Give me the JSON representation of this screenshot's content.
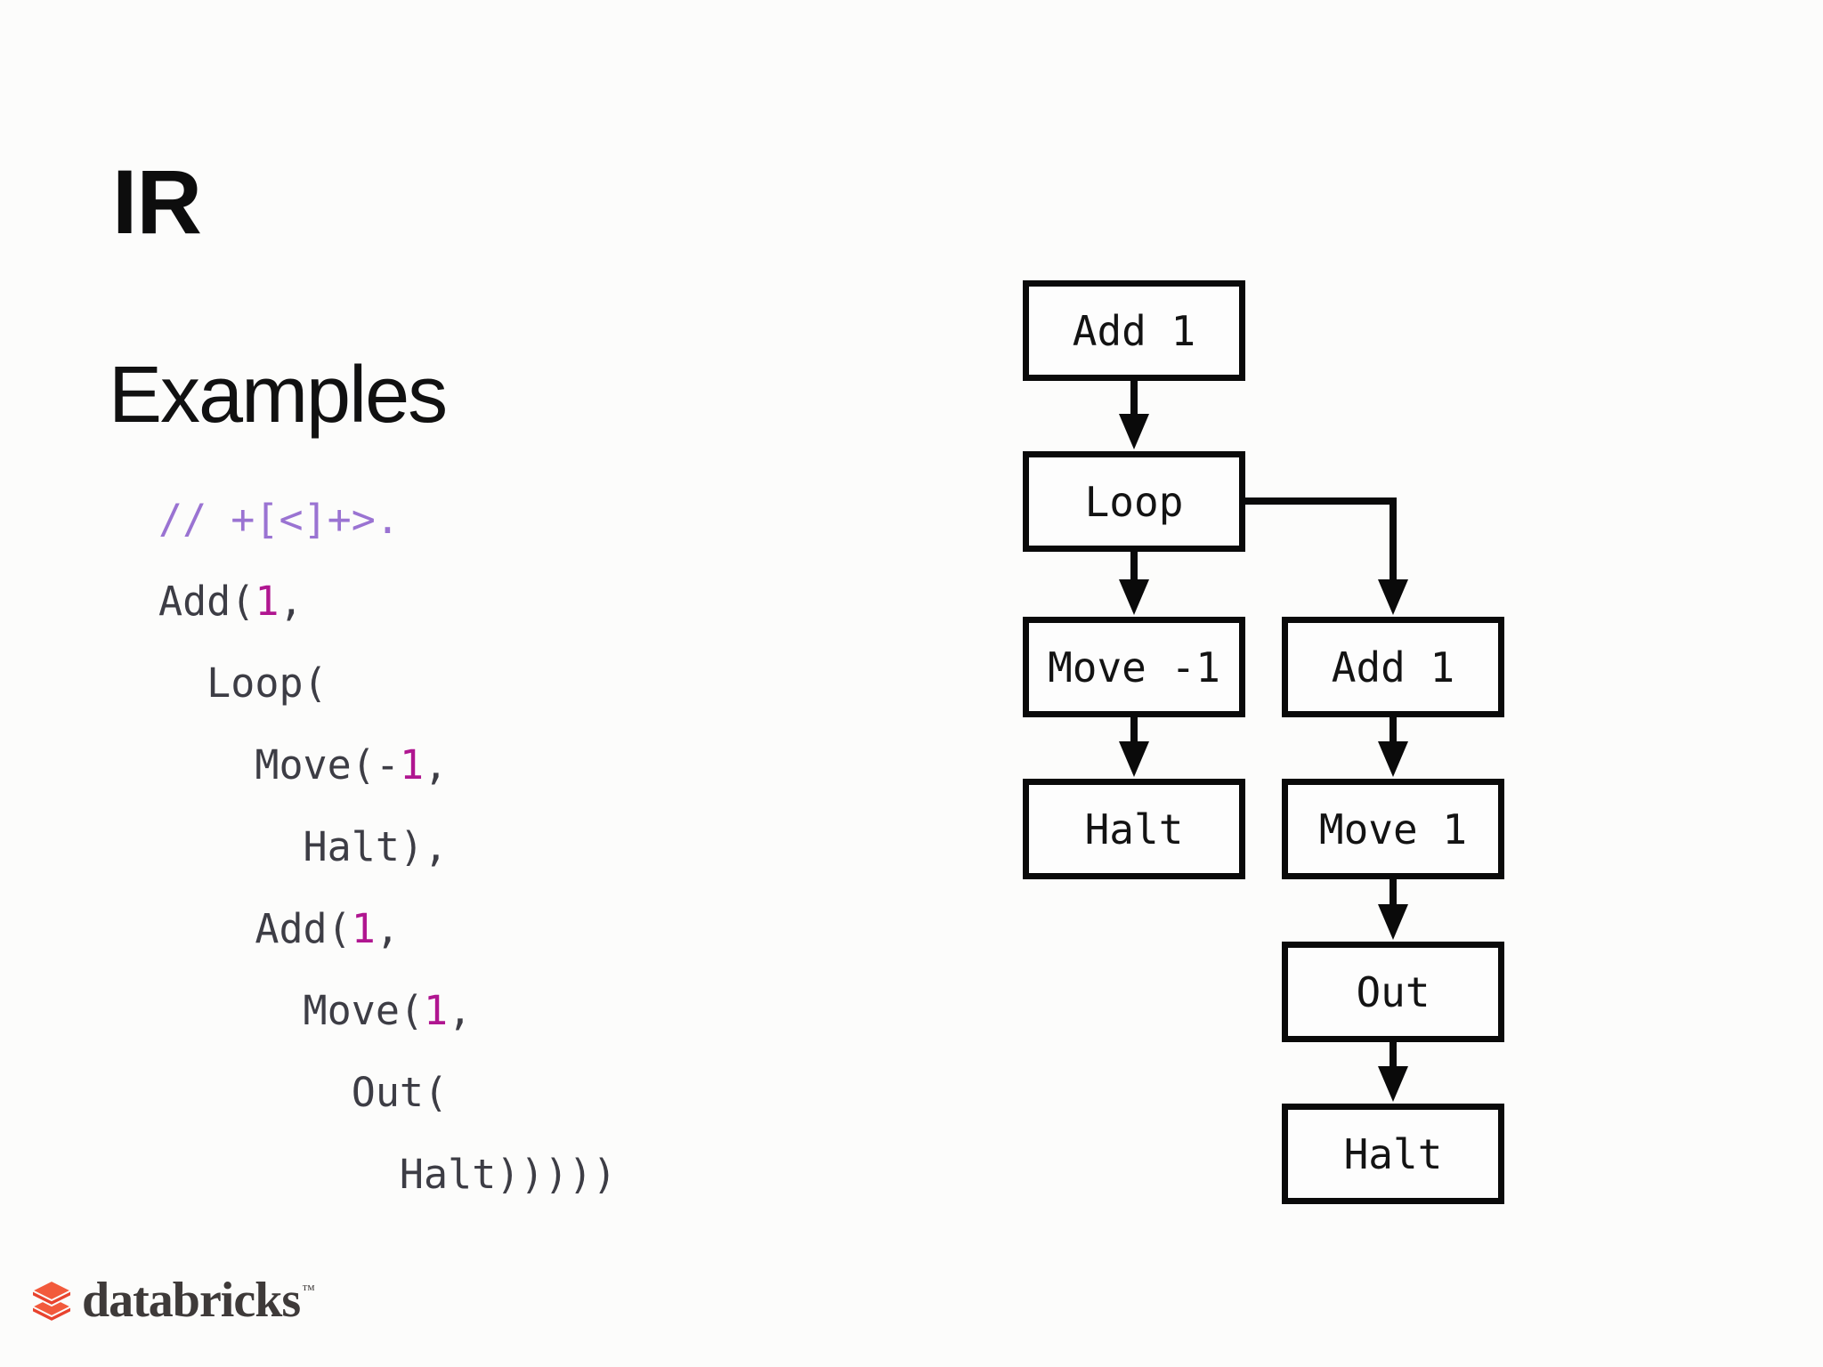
{
  "slide": {
    "title": "IR",
    "subtitle": "Examples"
  },
  "colors": {
    "code_text": "#3d3d45",
    "code_number": "#b01690",
    "code_comment": "#9a73d2",
    "box_border": "#0a0a0a",
    "logo_red": "#e8432e",
    "logo_red_light": "#f25a3c",
    "logo_text": "#3e3a39"
  },
  "code": {
    "lines": [
      [
        {
          "t": "// +[<]+>.",
          "c": "comment"
        }
      ],
      [
        {
          "t": "Add(",
          "c": "plain"
        },
        {
          "t": "1",
          "c": "number"
        },
        {
          "t": ",",
          "c": "plain"
        }
      ],
      [
        {
          "t": "  Loop(",
          "c": "plain"
        }
      ],
      [
        {
          "t": "    Move(-",
          "c": "plain"
        },
        {
          "t": "1",
          "c": "number"
        },
        {
          "t": ",",
          "c": "plain"
        }
      ],
      [
        {
          "t": "      Halt),",
          "c": "plain"
        }
      ],
      [
        {
          "t": "    Add(",
          "c": "plain"
        },
        {
          "t": "1",
          "c": "number"
        },
        {
          "t": ",",
          "c": "plain"
        }
      ],
      [
        {
          "t": "      Move(",
          "c": "plain"
        },
        {
          "t": "1",
          "c": "number"
        },
        {
          "t": ",",
          "c": "plain"
        }
      ],
      [
        {
          "t": "        Out(",
          "c": "plain"
        }
      ],
      [
        {
          "t": "          Halt)))))",
          "c": "plain"
        }
      ]
    ]
  },
  "diagram": {
    "nodes": [
      {
        "id": "add1-top",
        "label": "Add 1"
      },
      {
        "id": "loop",
        "label": "Loop"
      },
      {
        "id": "move-neg1",
        "label": "Move -1"
      },
      {
        "id": "halt-left",
        "label": "Halt"
      },
      {
        "id": "add1-right",
        "label": "Add 1"
      },
      {
        "id": "move1",
        "label": "Move 1"
      },
      {
        "id": "out",
        "label": "Out"
      },
      {
        "id": "halt-right",
        "label": "Halt"
      }
    ],
    "edges": [
      {
        "from": "add1-top",
        "to": "loop"
      },
      {
        "from": "loop",
        "to": "move-neg1"
      },
      {
        "from": "move-neg1",
        "to": "halt-left"
      },
      {
        "from": "loop",
        "to": "add1-right"
      },
      {
        "from": "add1-right",
        "to": "move1"
      },
      {
        "from": "move1",
        "to": "out"
      },
      {
        "from": "out",
        "to": "halt-right"
      }
    ]
  },
  "footer": {
    "logo_text": "databricks",
    "logo_tm": "™"
  }
}
